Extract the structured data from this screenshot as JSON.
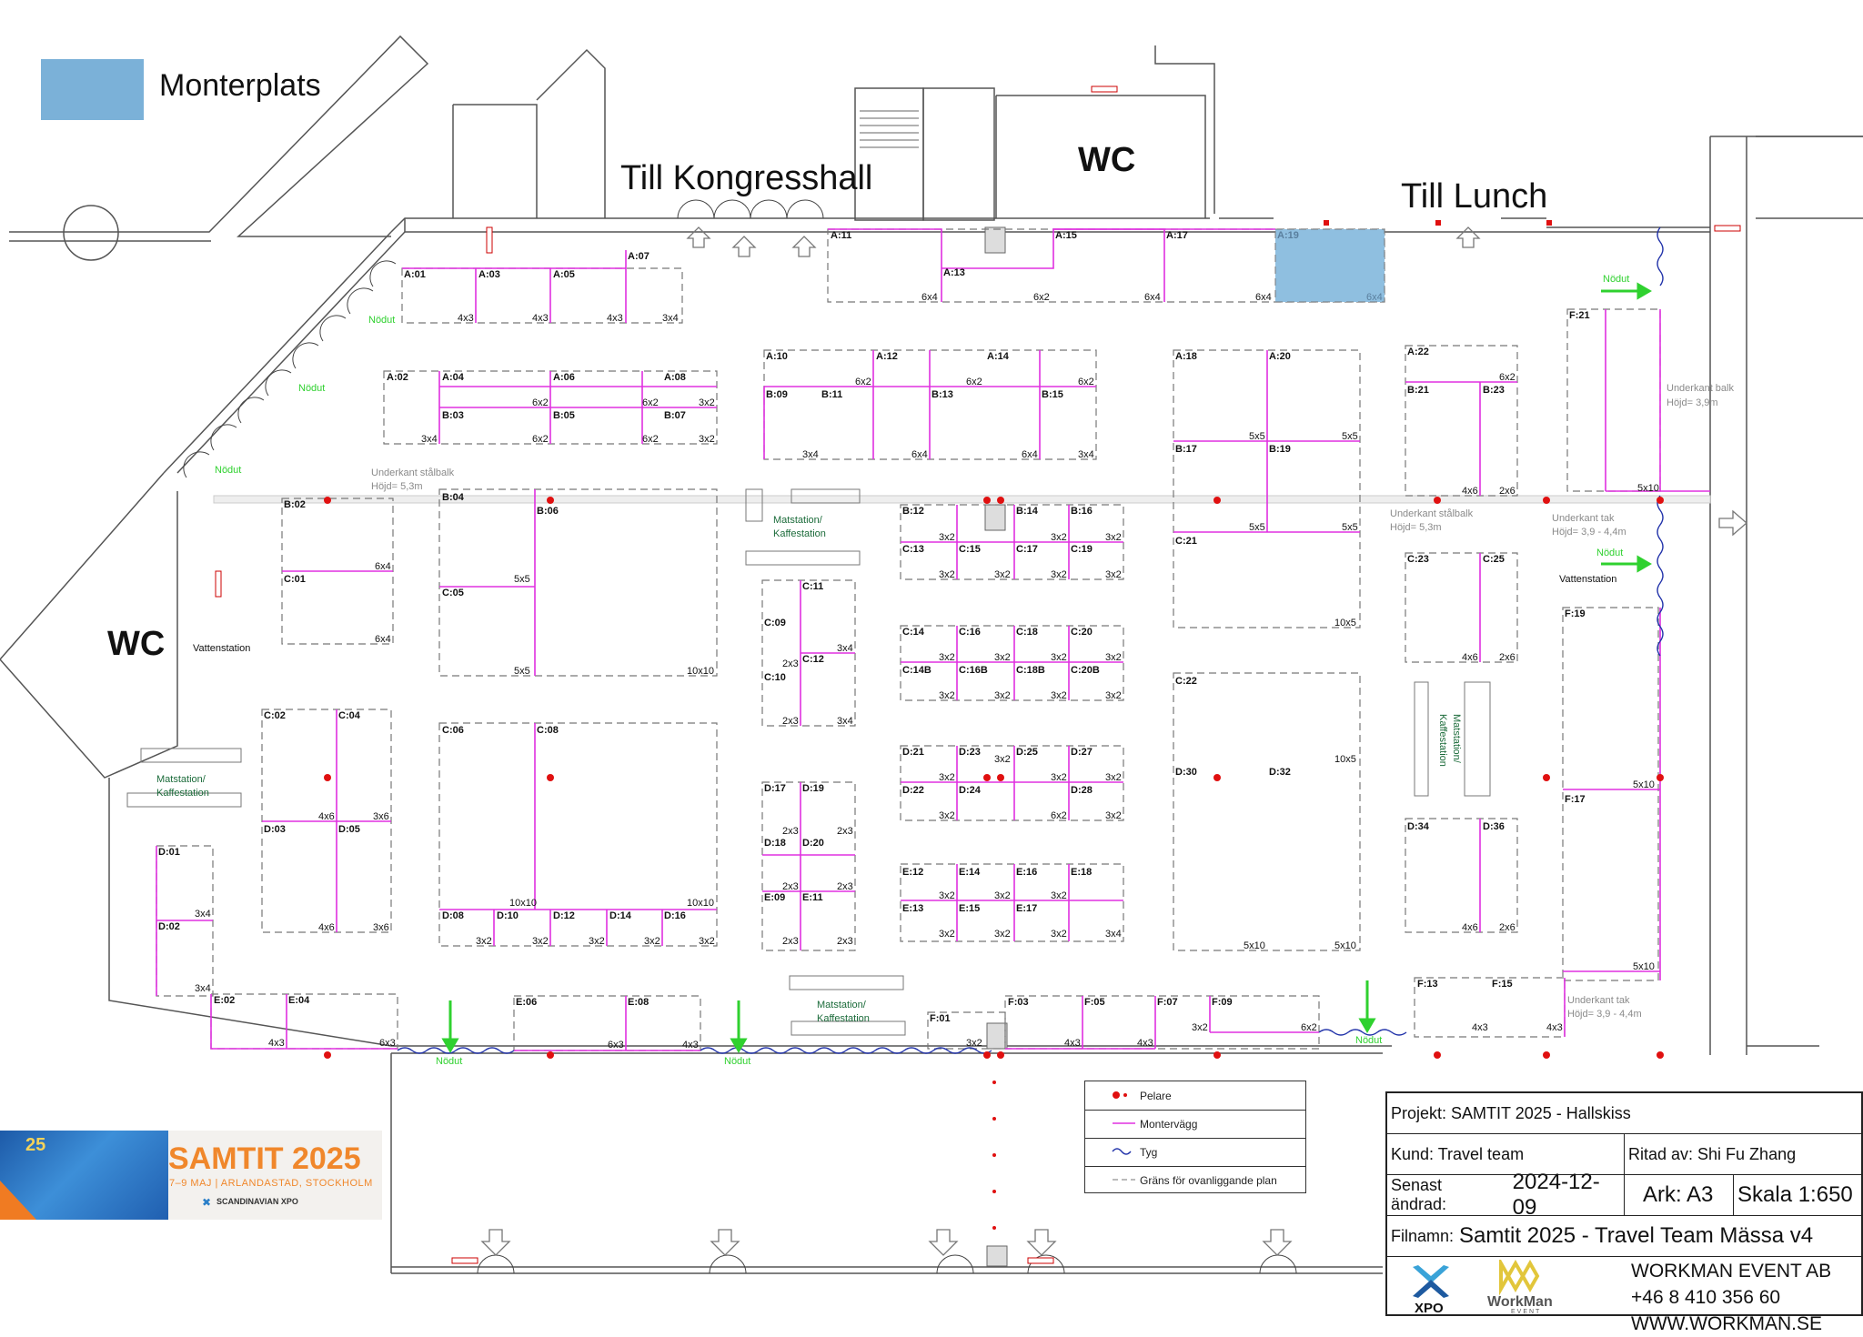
{
  "legend": {
    "monterplats": "Monterplats"
  },
  "areas": {
    "kongress": "Till Kongresshall",
    "lunch": "Till Lunch",
    "wc_top": "WC",
    "wc_left": "WC"
  },
  "notes": {
    "balk1": "Underkant stålbalk",
    "balk1_h": "Höjd= 5,3m",
    "balk2": "Underkant stålbalk",
    "balk2_h": "Höjd= 5,3m",
    "balk3": "Underkant balk",
    "balk3_h": "Höjd= 3,9m",
    "tak1": "Underkant tak",
    "tak1_h": "Höjd= 3,9 - 4,4m",
    "tak2": "Underkant tak",
    "tak2_h": "Höjd= 3,9 - 4,4m",
    "vatten1": "Vattenstation",
    "vatten2": "Vattenstation",
    "nodut": "Nödut",
    "mat1a": "Matstation/",
    "mat1b": "Kaffestation",
    "mat2a": "Matstation/",
    "mat2b": "Kaffestation",
    "mat3a": "Matstation/",
    "mat3b": "Kaffestation",
    "mat4a": "Matstation/",
    "mat4b": "Kaffestation"
  },
  "booths": [
    {
      "id": "A:01",
      "size": "4x3"
    },
    {
      "id": "A:03",
      "size": "4x3"
    },
    {
      "id": "A:05",
      "size": "4x3"
    },
    {
      "id": "A:07",
      "size": "3x4"
    },
    {
      "id": "A:11",
      "size": "6x4"
    },
    {
      "id": "A:13",
      "size": "6x2"
    },
    {
      "id": "A:15",
      "size": "6x4"
    },
    {
      "id": "A:17",
      "size": "6x4"
    },
    {
      "id": "A:19",
      "size": "6x4"
    },
    {
      "id": "A:02",
      "size": "3x4"
    },
    {
      "id": "A:04",
      "size": "6x2"
    },
    {
      "id": "A:06",
      "size": "6x2"
    },
    {
      "id": "A:08",
      "size": "3x2"
    },
    {
      "id": "B:03",
      "size": "6x2"
    },
    {
      "id": "B:05",
      "size": "6x2"
    },
    {
      "id": "B:07",
      "size": "3x2"
    },
    {
      "id": "A:10",
      "size": "6x2"
    },
    {
      "id": "A:12",
      "size": "6x2"
    },
    {
      "id": "A:14",
      "size": "6x2"
    },
    {
      "id": "B:09",
      "size": "3x4"
    },
    {
      "id": "B:11",
      "size": "6x4"
    },
    {
      "id": "B:13",
      "size": "6x4"
    },
    {
      "id": "B:15",
      "size": "3x4"
    },
    {
      "id": "A:18",
      "size": "5x5"
    },
    {
      "id": "A:20",
      "size": "5x5"
    },
    {
      "id": "B:17",
      "size": "5x5"
    },
    {
      "id": "B:19",
      "size": "5x5"
    },
    {
      "id": "A:22",
      "size": "6x2"
    },
    {
      "id": "B:21",
      "size": "4x6"
    },
    {
      "id": "B:23",
      "size": "2x6"
    },
    {
      "id": "F:21",
      "size": "5x10"
    },
    {
      "id": "B:02",
      "size": "6x4"
    },
    {
      "id": "C:01",
      "size": "6x4"
    },
    {
      "id": "B:04",
      "size": "5x5"
    },
    {
      "id": "B:06",
      "size": "5x5"
    },
    {
      "id": "C:05",
      "size": "10x10"
    },
    {
      "id": "B:12",
      "size": "3x2"
    },
    {
      "id": "B:14",
      "size": "3x2"
    },
    {
      "id": "B:16",
      "size": "3x2"
    },
    {
      "id": "C:13",
      "size": "3x2"
    },
    {
      "id": "C:15",
      "size": "3x2"
    },
    {
      "id": "C:17",
      "size": "3x2"
    },
    {
      "id": "C:19",
      "size": "3x2"
    },
    {
      "id": "C:21",
      "size": "10x5"
    },
    {
      "id": "C:23",
      "size": "4x6"
    },
    {
      "id": "C:25",
      "size": "2x6"
    },
    {
      "id": "F:19",
      "size": "5x10"
    },
    {
      "id": "C:11",
      "size": "3x4"
    },
    {
      "id": "C:09",
      "size": "2x3"
    },
    {
      "id": "C:12",
      "size": "3x4"
    },
    {
      "id": "C:10",
      "size": "2x3"
    },
    {
      "id": "C:14",
      "size": "3x2"
    },
    {
      "id": "C:16",
      "size": "3x2"
    },
    {
      "id": "C:18",
      "size": "3x2"
    },
    {
      "id": "C:20",
      "size": "3x2"
    },
    {
      "id": "C:14B",
      "size": "3x2"
    },
    {
      "id": "C:16B",
      "size": "3x2"
    },
    {
      "id": "C:18B",
      "size": "3x2"
    },
    {
      "id": "C:20B",
      "size": "3x2"
    },
    {
      "id": "C:22",
      "size": "10x5"
    },
    {
      "id": "D:30",
      "size": "5x10"
    },
    {
      "id": "D:32",
      "size": "5x10"
    },
    {
      "id": "C:02",
      "size": "4x6"
    },
    {
      "id": "C:04",
      "size": "3x6"
    },
    {
      "id": "D:03",
      "size": "4x6"
    },
    {
      "id": "D:05",
      "size": "3x6"
    },
    {
      "id": "C:06",
      "size": "10x10"
    },
    {
      "id": "C:08",
      "size": "10x10"
    },
    {
      "id": "D:21",
      "size": "3x2"
    },
    {
      "id": "D:23",
      "size": "3x2"
    },
    {
      "id": "D:25",
      "size": "3x2"
    },
    {
      "id": "D:27",
      "size": "3x2"
    },
    {
      "id": "D:22",
      "size": "3x2"
    },
    {
      "id": "D:24",
      "size": "6x2"
    },
    {
      "id": "D:28",
      "size": "3x2"
    },
    {
      "id": "D:17",
      "size": "2x3"
    },
    {
      "id": "D:19",
      "size": "2x3"
    },
    {
      "id": "D:18",
      "size": "2x3"
    },
    {
      "id": "D:20",
      "size": "2x3"
    },
    {
      "id": "E:09",
      "size": "2x3"
    },
    {
      "id": "E:11",
      "size": "2x3"
    },
    {
      "id": "D:34",
      "size": "4x6"
    },
    {
      "id": "D:36",
      "size": "2x6"
    },
    {
      "id": "F:17",
      "size": "5x10"
    },
    {
      "id": "D:01",
      "size": "3x4"
    },
    {
      "id": "D:02",
      "size": "3x4"
    },
    {
      "id": "D:08",
      "size": "3x2"
    },
    {
      "id": "D:10",
      "size": "3x2"
    },
    {
      "id": "D:12",
      "size": "3x2"
    },
    {
      "id": "D:14",
      "size": "3x2"
    },
    {
      "id": "D:16",
      "size": "3x2"
    },
    {
      "id": "E:12",
      "size": "3x2"
    },
    {
      "id": "E:14",
      "size": "3x2"
    },
    {
      "id": "E:16",
      "size": "3x2"
    },
    {
      "id": "E:18",
      "size": "3x4"
    },
    {
      "id": "E:13",
      "size": "3x2"
    },
    {
      "id": "E:15",
      "size": "3x2"
    },
    {
      "id": "E:17",
      "size": "3x2"
    },
    {
      "id": "E:02",
      "size": "4x3"
    },
    {
      "id": "E:04",
      "size": "6x3"
    },
    {
      "id": "E:06",
      "size": "6x3"
    },
    {
      "id": "E:08",
      "size": "4x3"
    },
    {
      "id": "F:01",
      "size": "3x2"
    },
    {
      "id": "F:03",
      "size": "4x3"
    },
    {
      "id": "F:05",
      "size": "4x3"
    },
    {
      "id": "F:07",
      "size": "3x2"
    },
    {
      "id": "F:09",
      "size": "6x2"
    },
    {
      "id": "F:13",
      "size": "4x3"
    },
    {
      "id": "F:15",
      "size": "4x3"
    }
  ],
  "map_legend": {
    "pelare": "Pelare",
    "montervagg": "Montervägg",
    "tyg": "Tyg",
    "grans": "Gräns för ovanliggande plan"
  },
  "title_block": {
    "projekt": "Projekt: SAMTIT 2025 - Hallskiss",
    "kund": "Kund: Travel team",
    "ritad": "Ritad av: Shi Fu Zhang",
    "senast_label": "Senast ändrad:",
    "senast_value": "2024-12-09",
    "ark": "Ark: A3",
    "skala": "Skala 1:650",
    "filnamn_label": "Filnamn:",
    "filnamn_value": "Samtit 2025 - Travel Team Mässa v4",
    "company": "WORKMAN EVENT AB",
    "phone": "+46 8 410 356 60",
    "web": "WWW.WORKMAN.SE",
    "logo1": "XPO",
    "logo2": "WorkMan",
    "logo2_sub": "EVENT"
  },
  "banner": {
    "title": "SAMTIT 2025",
    "sub": "7–9 MAJ | ARLANDASTAD, STOCKHOLM",
    "brand": "SCANDINAVIAN XPO",
    "badge": "25"
  },
  "colors": {
    "wall": "#e030e0",
    "booth_fill": "#8fbfe0",
    "fabric": "#2233aa",
    "pillar": "#e01010",
    "green": "#2fd12f"
  }
}
